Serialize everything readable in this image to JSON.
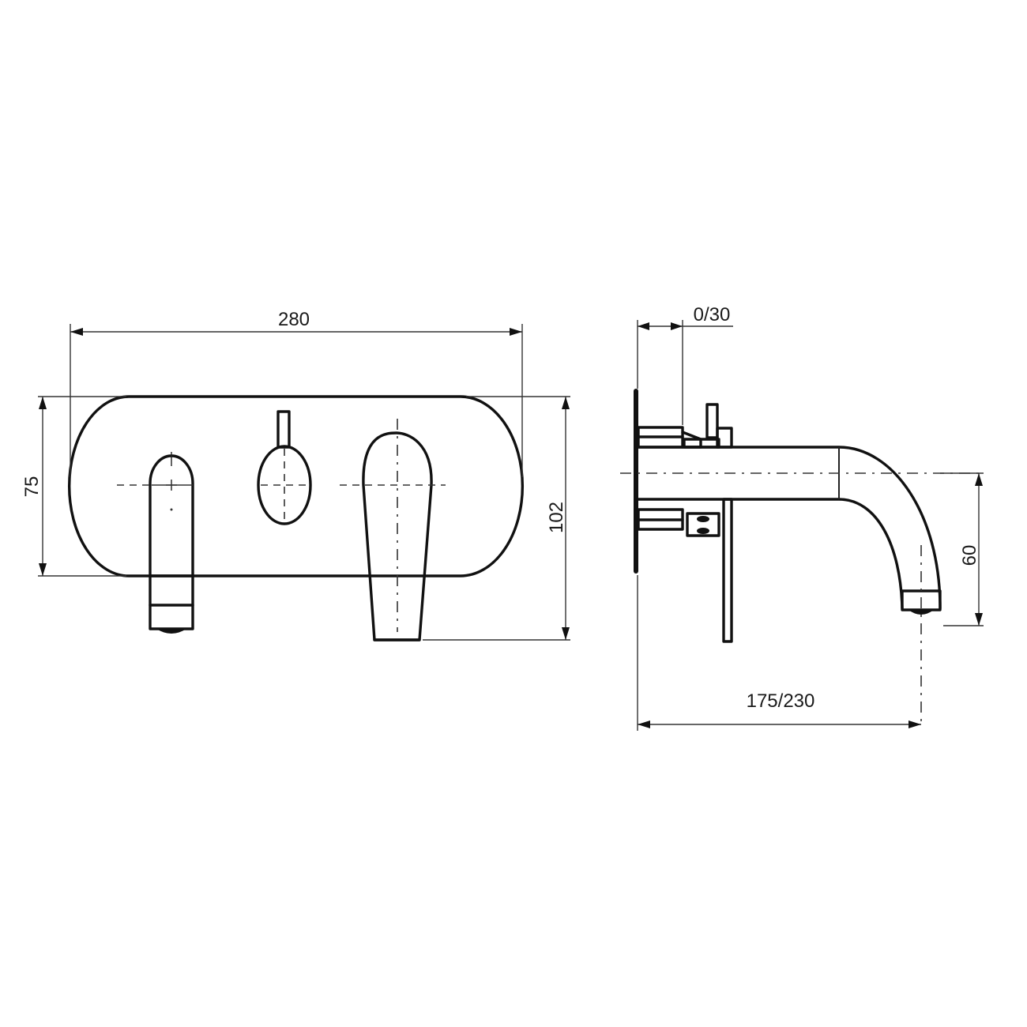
{
  "drawing": {
    "type": "technical-dimension-drawing",
    "subject": "wall-mounted basin mixer with diverter, front and side views",
    "units": "mm",
    "colors": {
      "line": "#111111",
      "background": "#ffffff",
      "dimension_text": "#1a1a1a"
    }
  },
  "front_view": {
    "dimensions": {
      "width_label": "280",
      "plate_height_label": "75",
      "overall_height_label": "102"
    },
    "components": [
      "backplate",
      "spout",
      "diverter-knob",
      "lever-handle"
    ]
  },
  "side_view": {
    "dimensions": {
      "wall_adjust_label": "0/30",
      "spout_drop_label": "60",
      "projection_label": "175/230"
    },
    "components": [
      "wall-plate",
      "body",
      "spout-arm",
      "lever-handle",
      "aerator"
    ]
  }
}
